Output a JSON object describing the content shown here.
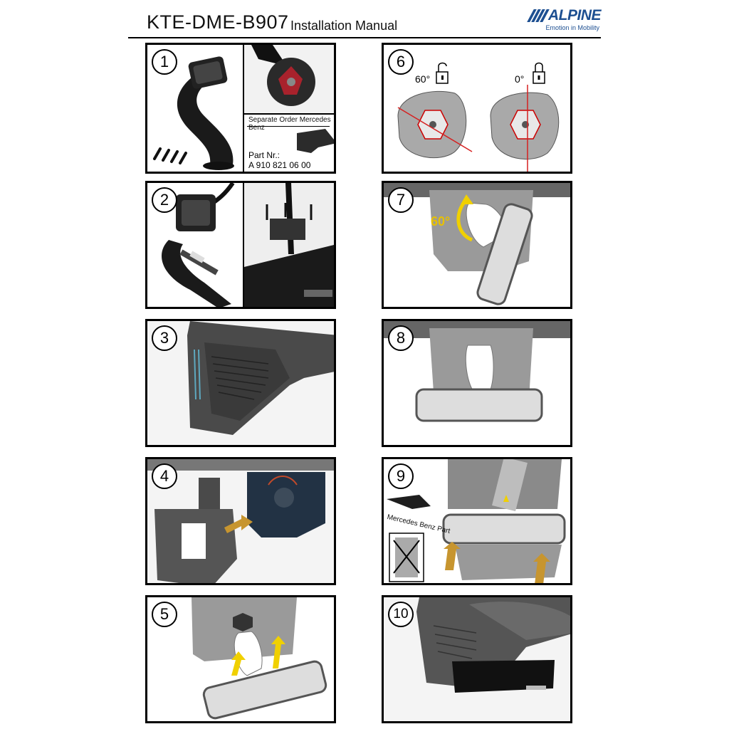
{
  "header": {
    "model": "KTE-DME-B907",
    "manual": "Installation Manual",
    "brand": "ALPINE",
    "tagline": "Emotion in Mobility"
  },
  "panels": [
    {
      "num": "1",
      "label": "Separate Order Mercedes Benz",
      "part_label": "Part Nr.:",
      "part_number": "A 910 821 06 00"
    },
    {
      "num": "2"
    },
    {
      "num": "3"
    },
    {
      "num": "4"
    },
    {
      "num": "5"
    },
    {
      "num": "6",
      "left_angle": "60°",
      "right_angle": "0°"
    },
    {
      "num": "7",
      "angle": "60°"
    },
    {
      "num": "8"
    },
    {
      "num": "9",
      "label": "Mercedes Benz Part"
    },
    {
      "num": "10"
    }
  ],
  "colors": {
    "brand": "#1d4f91",
    "arrow": "#f0d000",
    "arrow_brown": "#c7952f",
    "red": "#d62020"
  }
}
